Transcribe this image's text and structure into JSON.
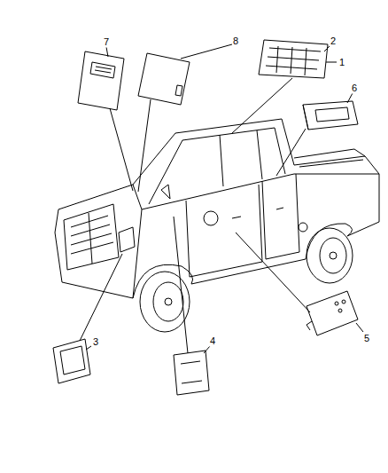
{
  "diagram": {
    "labels": [
      "7",
      "8",
      "2",
      "1",
      "6",
      "5",
      "3",
      "4"
    ]
  }
}
